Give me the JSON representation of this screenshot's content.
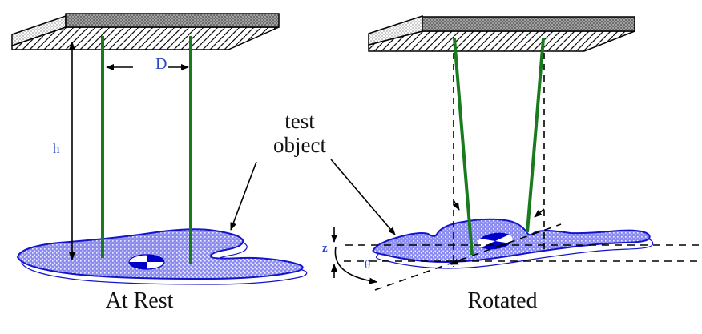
{
  "figure": {
    "left": {
      "caption": "At Rest"
    },
    "right": {
      "caption": "Rotated"
    },
    "callout": {
      "line1": "test",
      "line2": "object"
    },
    "labels": {
      "wire_length": "h",
      "wire_separation": "D",
      "vertical_rise": "z",
      "rotation_angle": "θ"
    }
  },
  "colors": {
    "wire_green": "#1a7a1e",
    "blob_base": "#8a8af0",
    "blob_outline": "#1414cc",
    "com_blue": "#0000cc",
    "dimension_label_blue": "#2b47c8",
    "caption_black": "#111111",
    "plate_top_gray": "#a0a0a0",
    "plate_top_gray_dark": "#6e6e6e",
    "plate_side_dot_gray": "#aaaaaa",
    "line_black": "#000000"
  }
}
